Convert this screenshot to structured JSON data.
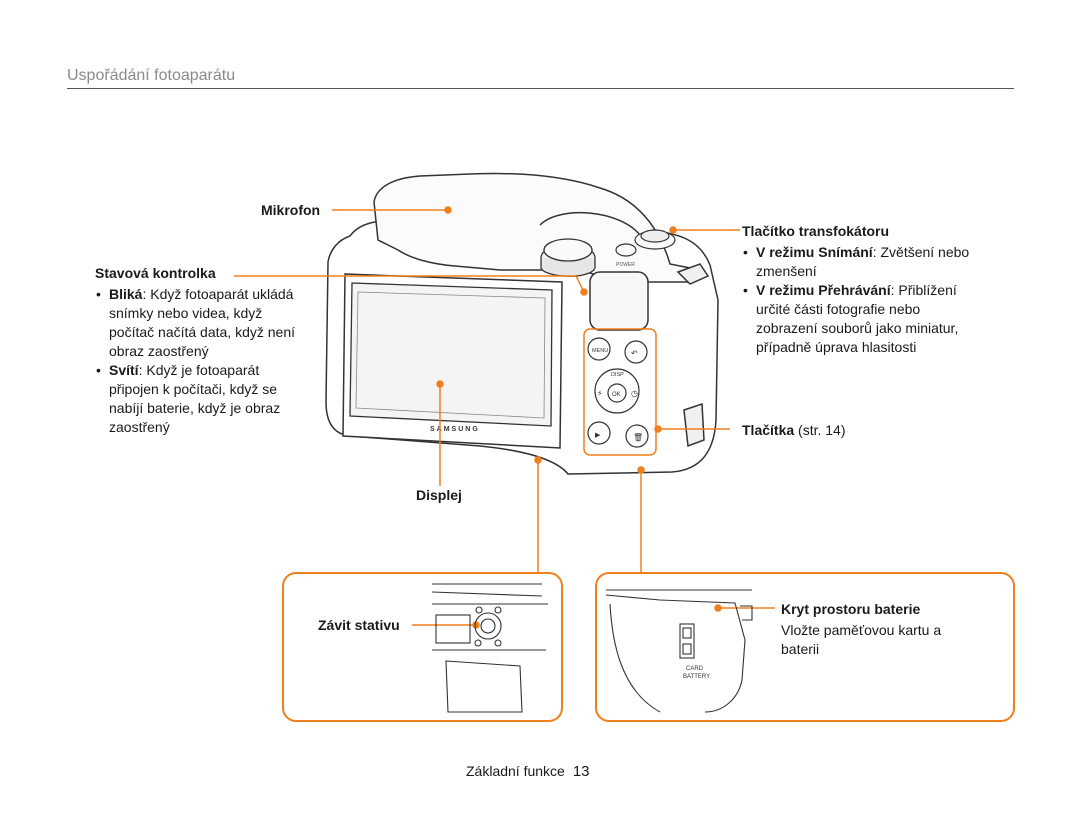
{
  "header": {
    "title": "Uspořádání fotoaparátu"
  },
  "camera": {
    "brand": "SAMSUNG",
    "buttons": {
      "menu": "MENU",
      "disp": "DISP",
      "ok": "OK",
      "power": "POWER"
    }
  },
  "callouts": {
    "mikrofon": "Mikrofon",
    "stavova": {
      "title": "Stavová kontrolka",
      "item1_bold": "Bliká",
      "item1_lines": [
        ": Když fotoaparát ukládá",
        "snímky nebo videa, když",
        "počítač načítá data, když není",
        "obraz zaostřený"
      ],
      "item2_bold": "Svítí",
      "item2_lines": [
        ": Když je fotoaparát",
        "připojen k počítači, když se",
        "nabíjí baterie, když je obraz",
        "zaostřený"
      ]
    },
    "transfokator": {
      "title": "Tlačítko transfokátoru",
      "item1_bold": "V režimu Snímání",
      "item1_lines": [
        ": Zvětšení nebo",
        "zmenšení"
      ],
      "item2_bold": "V režimu Přehrávání",
      "item2_lines": [
        ": Přiblížení",
        "určité části fotografie nebo",
        "zobrazení souborů jako miniatur,",
        "případně úprava hlasitosti"
      ]
    },
    "tlacitka": {
      "title": "Tlačítka",
      "ref": " (str. 14)"
    },
    "displej": "Displej",
    "zavit": "Závit stativu",
    "kryt": {
      "title": "Kryt prostoru baterie",
      "lines": [
        "Vložte paměťovou kartu a",
        "baterii"
      ],
      "card_label": "CARD",
      "battery_label": "BATTERY"
    }
  },
  "footer": {
    "section": "Základní funkce",
    "page": "13"
  },
  "colors": {
    "accent": "#f07f1e"
  }
}
